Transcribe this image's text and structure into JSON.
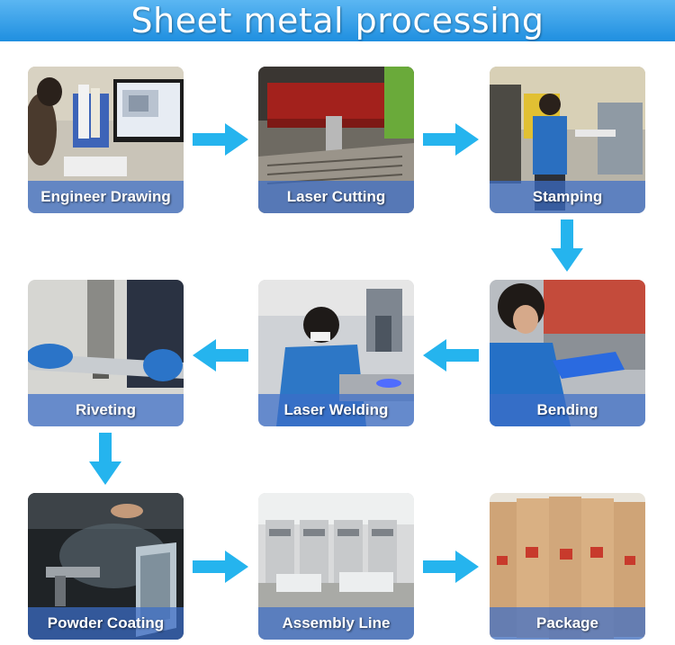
{
  "title": "Sheet metal processing",
  "colors": {
    "banner": "#2a96e6",
    "arrow": "#25b4ee",
    "caption_bg": "#3c6ec8"
  },
  "steps": [
    {
      "label": "Engineer Drawing"
    },
    {
      "label": "Laser Cutting"
    },
    {
      "label": "Stamping"
    },
    {
      "label": "Bending"
    },
    {
      "label": "Laser Welding"
    },
    {
      "label": "Riveting"
    },
    {
      "label": "Powder Coating"
    },
    {
      "label": "Assembly Line"
    },
    {
      "label": "Package"
    }
  ]
}
